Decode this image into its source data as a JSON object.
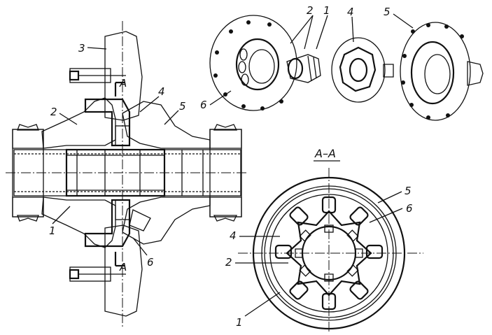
{
  "figure": {
    "section_label": "A–A",
    "section_marks": [
      "A",
      "A"
    ],
    "callouts": {
      "cross_section": [
        "3",
        "2",
        "4",
        "5",
        "1",
        "6"
      ],
      "exploded_view": [
        "2",
        "1",
        "4",
        "5",
        "6"
      ],
      "section_view": [
        "5",
        "6",
        "4",
        "2",
        "1"
      ]
    }
  },
  "colors": {
    "ink": "#111111",
    "paper": "#ffffff"
  }
}
